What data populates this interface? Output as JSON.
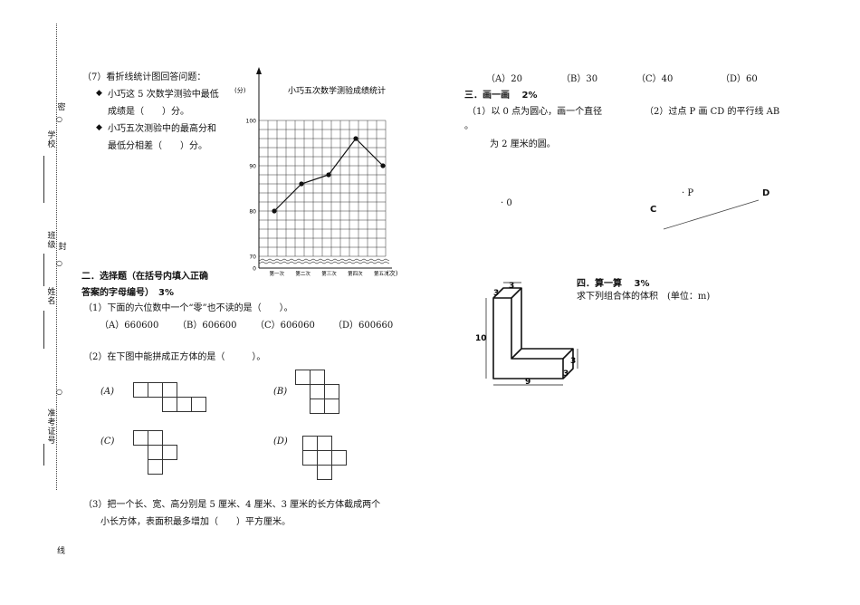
{
  "binding": {
    "seal_mi": "密",
    "school": "学校",
    "seal_feng": "封",
    "class": "班级",
    "name": "姓名",
    "exam_id": "准考证号",
    "seal_xian": "线",
    "circle": "○"
  },
  "q7": {
    "intro": "（7）看折线统计图回答问题：",
    "b1_line1": "小巧这 5 次数学测验中最低",
    "b1_line2": "成绩是（　　）分。",
    "b2_line1": "小巧五次测验中的最高分和",
    "b2_line2": "最低分相差（　　）分。",
    "bullet": "◆"
  },
  "chart_data": {
    "type": "line",
    "title": "小巧五次数学测验成绩统计",
    "ylabel": "(分)",
    "xlabel": "(次)",
    "categories": [
      "第一次",
      "第二次",
      "第三次",
      "第四次",
      "第五次"
    ],
    "values": [
      80,
      86,
      88,
      96,
      90
    ],
    "yticks": [
      100,
      90,
      80,
      70,
      0
    ],
    "ylim": [
      70,
      100
    ],
    "grid": true
  },
  "section2": {
    "heading_line1": "二．选择题（在括号内填入正确",
    "heading_line2": "答案的字母编号）　3%",
    "q1": {
      "text": "（1）下面的六位数中一个“零”也不读的是（　　）。",
      "options": [
        "（A）660600",
        "（B）606600",
        "（C）606060",
        "（D）600660"
      ]
    },
    "q2": {
      "text": "（2）在下图中能拼成正方体的是（　　　）。",
      "labels": [
        "(A)",
        "(B)",
        "(C)",
        "(D)"
      ]
    },
    "q3": {
      "line1": "（3）把一个长、宽、高分别是 5 厘米、4 厘米、3 厘米的长方体截成两个",
      "line2": "小长方体，表面积最多增加（　　）平方厘米。"
    }
  },
  "top_right_options": [
    "（A）20",
    "（B）30",
    "（C）40",
    "（D）60"
  ],
  "section3": {
    "heading": "三．画一画　 2%",
    "q1_line1": "（1）以 0 点为圆心，画一个直径",
    "q1_dot": "。",
    "q1_line2": "为 2 厘米的圆。",
    "q2": "（2）过点 P 画 CD 的平行线 AB",
    "point_o": "· 0",
    "point_p": "· P",
    "label_c": "C",
    "label_d": "D"
  },
  "section4": {
    "heading": "四．算一算　 3%",
    "text": "求下列组合体的体积　(单位：m)",
    "dims": {
      "top": "3",
      "top_depth": "3",
      "height": "10",
      "bottom": "9",
      "right_h": "3",
      "right_d": "3"
    }
  }
}
